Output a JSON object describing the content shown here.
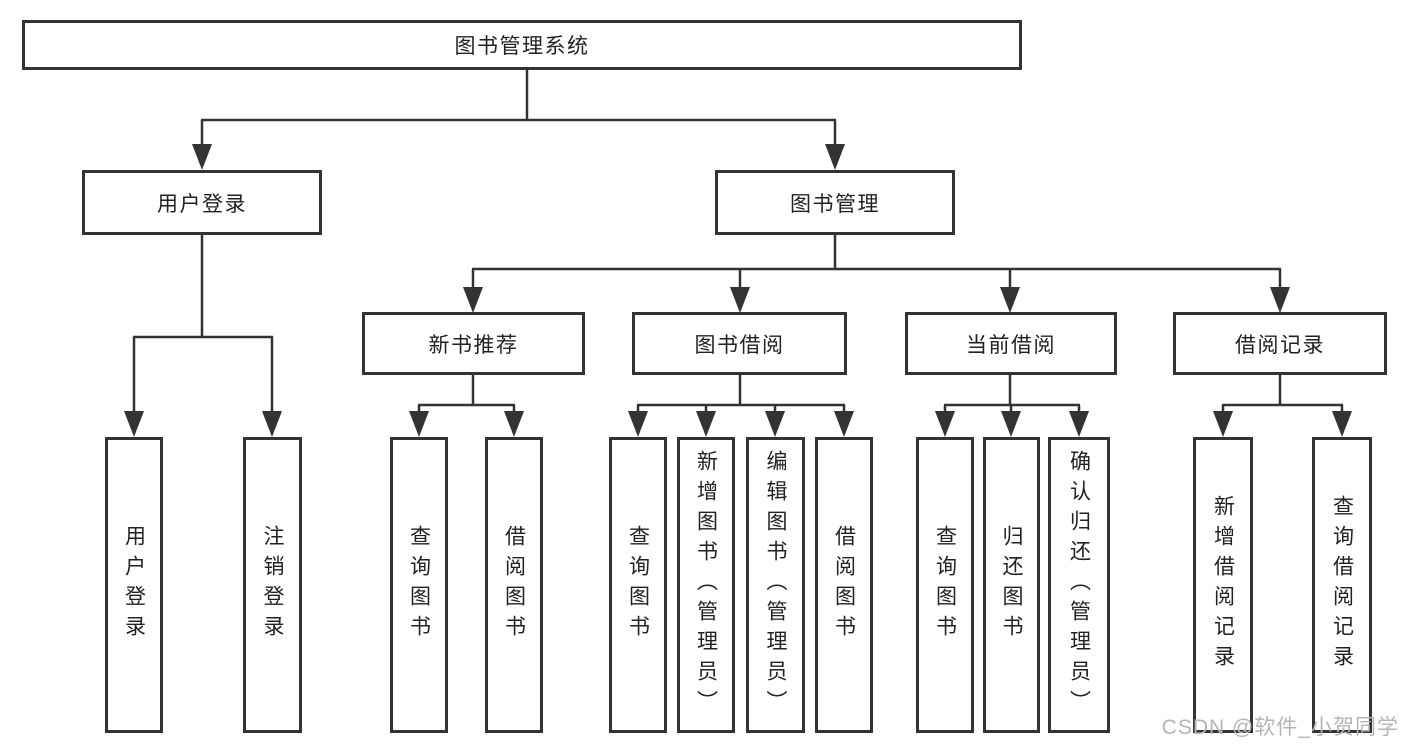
{
  "diagram": {
    "root": {
      "id": "library-management-system",
      "label": "图书管理系统"
    },
    "level1": [
      {
        "id": "user-login",
        "label": "用户登录"
      },
      {
        "id": "book-management",
        "label": "图书管理"
      }
    ],
    "level2": [
      {
        "id": "new-book-recommend",
        "label": "新书推荐"
      },
      {
        "id": "book-borrowing",
        "label": "图书借阅"
      },
      {
        "id": "current-borrowing",
        "label": "当前借阅"
      },
      {
        "id": "borrowing-records",
        "label": "借阅记录"
      }
    ],
    "leaves": {
      "user_login": [
        {
          "label": "用户登录"
        },
        {
          "label": "注销登录"
        }
      ],
      "new_book_recommend": [
        {
          "label": "查询图书"
        },
        {
          "label": "借阅图书"
        }
      ],
      "book_borrowing": [
        {
          "label": "查询图书"
        },
        {
          "label": "新增图书（管理员）"
        },
        {
          "label": "编辑图书（管理员）"
        },
        {
          "label": "借阅图书"
        }
      ],
      "current_borrowing": [
        {
          "label": "查询图书"
        },
        {
          "label": "归还图书"
        },
        {
          "label": "确认归还（管理员）"
        }
      ],
      "borrowing_records": [
        {
          "label": "新增借阅记录"
        },
        {
          "label": "查询借阅记录"
        }
      ]
    },
    "watermark": "CSDN @软件_小贺同学",
    "colors": {
      "line": "#333333",
      "border": "#333333",
      "text": "#222222",
      "watermark": "#b5b5b5",
      "background": "#ffffff"
    }
  }
}
